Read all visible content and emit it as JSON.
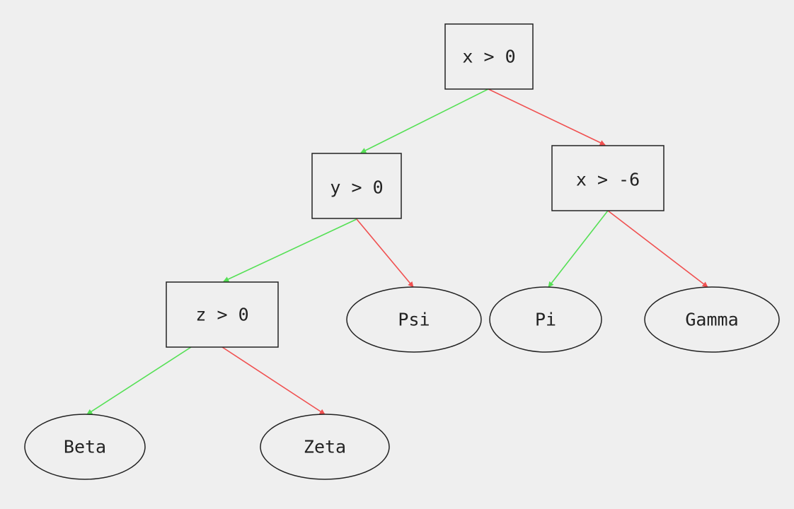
{
  "colors": {
    "background": "#efefef",
    "node_stroke": "#222222",
    "true_edge": "#55e055",
    "false_edge": "#f05050"
  },
  "nodes": {
    "root": {
      "label": "x > 0",
      "shape": "rect"
    },
    "y_check": {
      "label": "y > 0",
      "shape": "rect"
    },
    "x_neg_check": {
      "label": "x > -6",
      "shape": "rect"
    },
    "z_check": {
      "label": "z > 0",
      "shape": "rect"
    },
    "psi": {
      "label": "Psi",
      "shape": "ellipse"
    },
    "pi": {
      "label": "Pi",
      "shape": "ellipse"
    },
    "gamma": {
      "label": "Gamma",
      "shape": "ellipse"
    },
    "beta": {
      "label": "Beta",
      "shape": "ellipse"
    },
    "zeta": {
      "label": "Zeta",
      "shape": "ellipse"
    }
  },
  "edges": [
    {
      "from": "root",
      "to": "y_check",
      "branch": "true"
    },
    {
      "from": "root",
      "to": "x_neg_check",
      "branch": "false"
    },
    {
      "from": "y_check",
      "to": "z_check",
      "branch": "true"
    },
    {
      "from": "y_check",
      "to": "psi",
      "branch": "false"
    },
    {
      "from": "x_neg_check",
      "to": "pi",
      "branch": "true"
    },
    {
      "from": "x_neg_check",
      "to": "gamma",
      "branch": "false"
    },
    {
      "from": "z_check",
      "to": "beta",
      "branch": "true"
    },
    {
      "from": "z_check",
      "to": "zeta",
      "branch": "false"
    }
  ]
}
